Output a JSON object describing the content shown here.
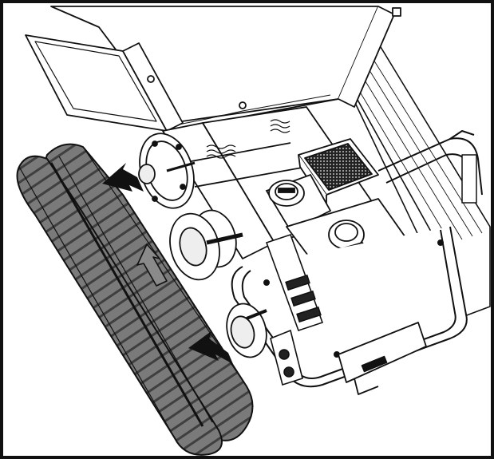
{
  "figure": {
    "kind": "technical-line-illustration",
    "subject": "crawler-track-removal",
    "colors": {
      "ink": "#111111",
      "track_fill": "#7a7a7a",
      "track_dark": "#4a4a4a",
      "machine_fill": "#ffffff",
      "arrow_dark": "#111111",
      "arrow_outline_fill": "#8a8a8a",
      "frame": "#111111"
    },
    "arrows": [
      {
        "name": "arrow-upper-track-off",
        "style": "solid-black",
        "direction": "down-left"
      },
      {
        "name": "arrow-middle-lift",
        "style": "outlined-grey",
        "direction": "up-left"
      },
      {
        "name": "arrow-lower-track-off",
        "style": "solid-black",
        "direction": "down-left"
      }
    ]
  }
}
